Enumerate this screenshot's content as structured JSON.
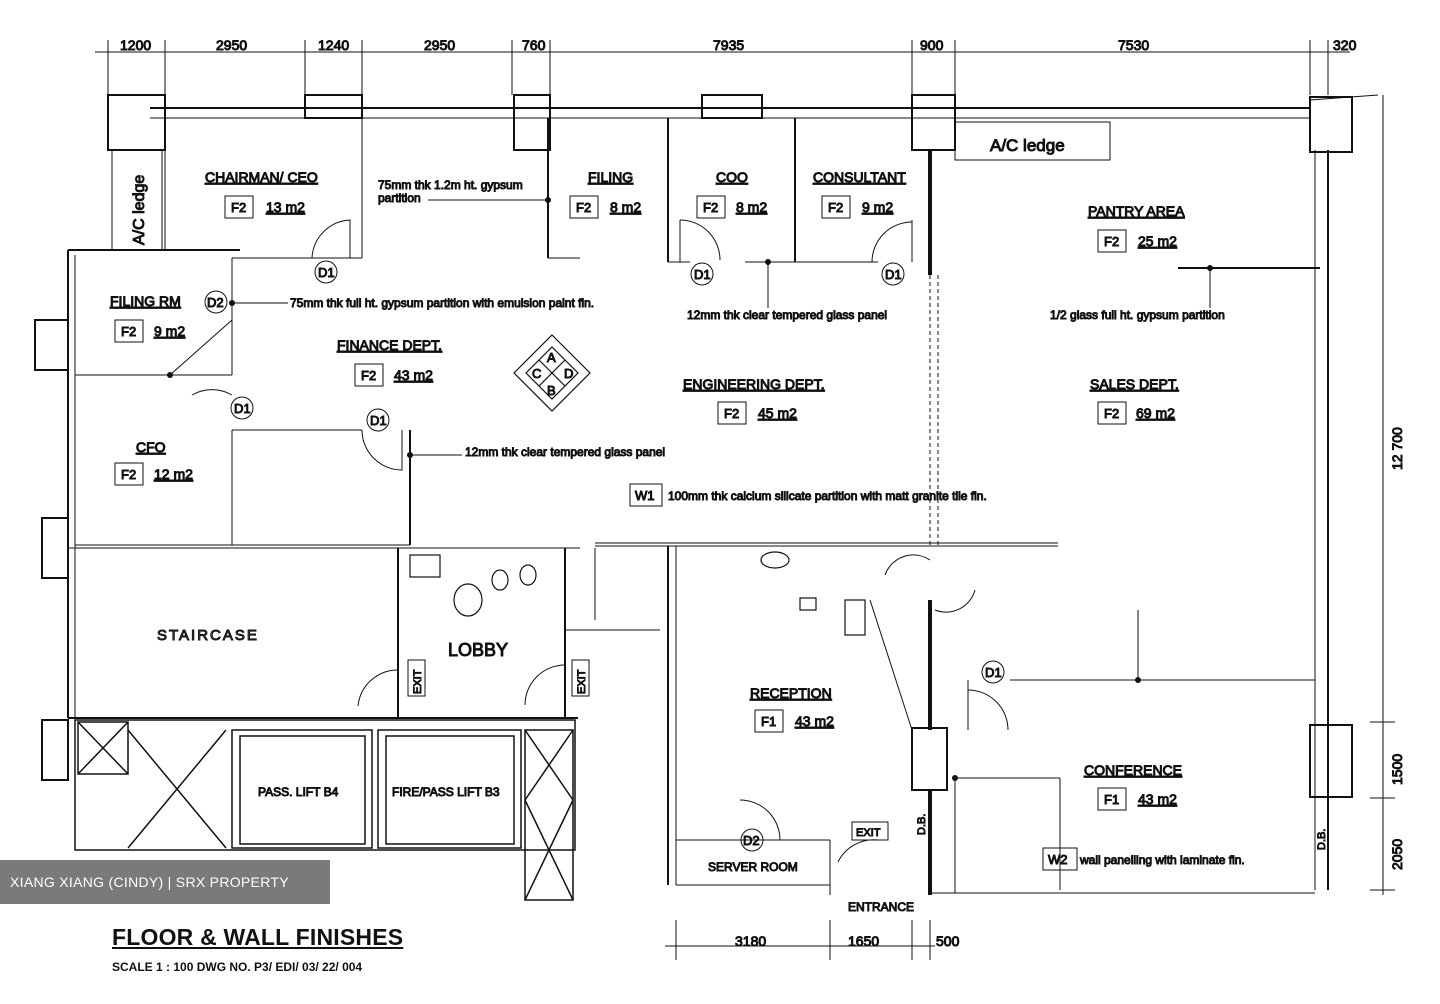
{
  "dimensions_top": [
    "1200",
    "2950",
    "1240",
    "2950",
    "760",
    "7935",
    "900",
    "7530",
    "320"
  ],
  "dimensions_bottom": [
    "3180",
    "1650",
    "500"
  ],
  "dimensions_right": [
    "12 700",
    "1500",
    "2050"
  ],
  "rooms": {
    "chairman": {
      "name": "CHAIRMAN/ CEO",
      "code": "F2",
      "area": "13 m2"
    },
    "filing": {
      "name": "FILING",
      "code": "F2",
      "area": "8 m2"
    },
    "coo": {
      "name": "COO",
      "code": "F2",
      "area": "8 m2"
    },
    "consultant": {
      "name": "CONSULTANT",
      "code": "F2",
      "area": "9 m2"
    },
    "pantry": {
      "name": "PANTRY AREA",
      "code": "F2",
      "area": "25 m2"
    },
    "filing_rm": {
      "name": "FILING RM",
      "code": "F2",
      "area": "9 m2"
    },
    "finance": {
      "name": "FINANCE DEPT.",
      "code": "F2",
      "area": "43 m2"
    },
    "engineering": {
      "name": "ENGINEERING DEPT.",
      "code": "F2",
      "area": "45 m2"
    },
    "sales": {
      "name": "SALES DEPT.",
      "code": "F2",
      "area": "69 m2"
    },
    "cfo": {
      "name": "CFO",
      "code": "F2",
      "area": "12 m2"
    },
    "reception": {
      "name": "RECEPTION",
      "code": "F1",
      "area": "43 m2"
    },
    "conference": {
      "name": "CONFERENCE",
      "code": "F1",
      "area": "43 m2"
    }
  },
  "labels": {
    "ac_ledge_top": "A/C ledge",
    "ac_ledge_side": "A/C ledge",
    "staircase": "STAIRCASE",
    "lobby": "LOBBY",
    "exit": "EXIT",
    "pass_lift": "PASS. LIFT  B4",
    "fire_lift": "FIRE/PASS LIFT  B3",
    "server_room": "SERVER ROOM",
    "entrance": "ENTRANCE",
    "db": "D.B.",
    "d1": "D1",
    "d2": "D2",
    "w1": "W1",
    "w2": "W2",
    "compass": [
      "A",
      "B",
      "C",
      "D"
    ]
  },
  "notes": {
    "gypsum_75_1": "75mm thk 1.2m ht. gypsum",
    "gypsum_75_2": "partition",
    "gypsum_full": "75mm thk full ht. gypsum partition with emulsion paint fin.",
    "glass_12_top": "12mm thk clear tempered glass panel",
    "half_glass": "1/2 glass full ht. gypsum partition",
    "glass_12_mid": "12mm thk clear tempered glass panel",
    "calcium": "100mm thk calcium silicate partition with matt granite tile fin.",
    "laminate": "wall panelling with laminate fin."
  },
  "watermark": "XIANG XIANG (CINDY) | SRX PROPERTY",
  "title": "FLOOR & WALL FINISHES",
  "scale_line": "SCALE 1 : 100    DWG NO.  P3/ EDI/ 03/ 22/ 004"
}
